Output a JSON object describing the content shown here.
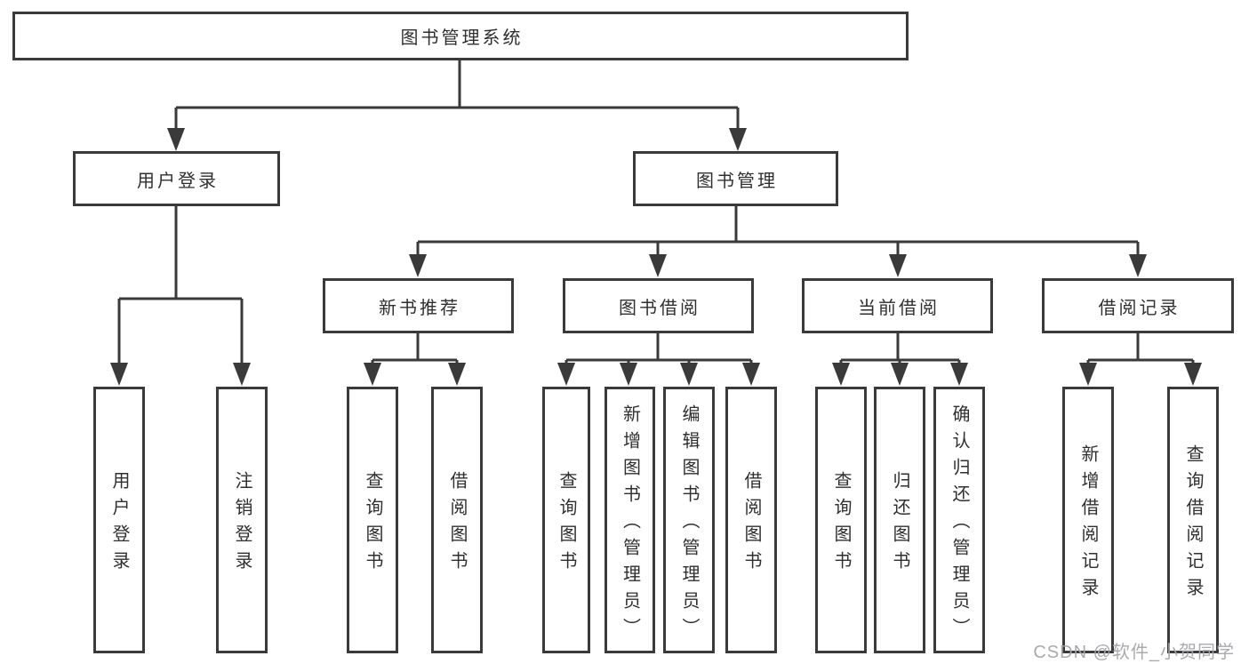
{
  "root": {
    "label": "图书管理系统"
  },
  "level2": [
    {
      "label": "用户登录"
    },
    {
      "label": "图书管理"
    }
  ],
  "level3": [
    {
      "label": "新书推荐"
    },
    {
      "label": "图书借阅"
    },
    {
      "label": "当前借阅"
    },
    {
      "label": "借阅记录"
    }
  ],
  "leaves": [
    {
      "label": "用户登录"
    },
    {
      "label": "注销登录"
    },
    {
      "label": "查询图书"
    },
    {
      "label": "借阅图书"
    },
    {
      "label": "查询图书"
    },
    {
      "label": "新增图书（管理员）"
    },
    {
      "label": "编辑图书（管理员）"
    },
    {
      "label": "借阅图书"
    },
    {
      "label": "查询图书"
    },
    {
      "label": "归还图书"
    },
    {
      "label": "确认归还（管理员）"
    },
    {
      "label": "新增借阅记录"
    },
    {
      "label": "查询借阅记录"
    }
  ],
  "watermark": "CSDN @软件_小贺同学",
  "colors": {
    "line": "#3a3a3a",
    "text": "#2f2f2f",
    "watermark": "#a4a4aa",
    "background": "#ffffff"
  }
}
